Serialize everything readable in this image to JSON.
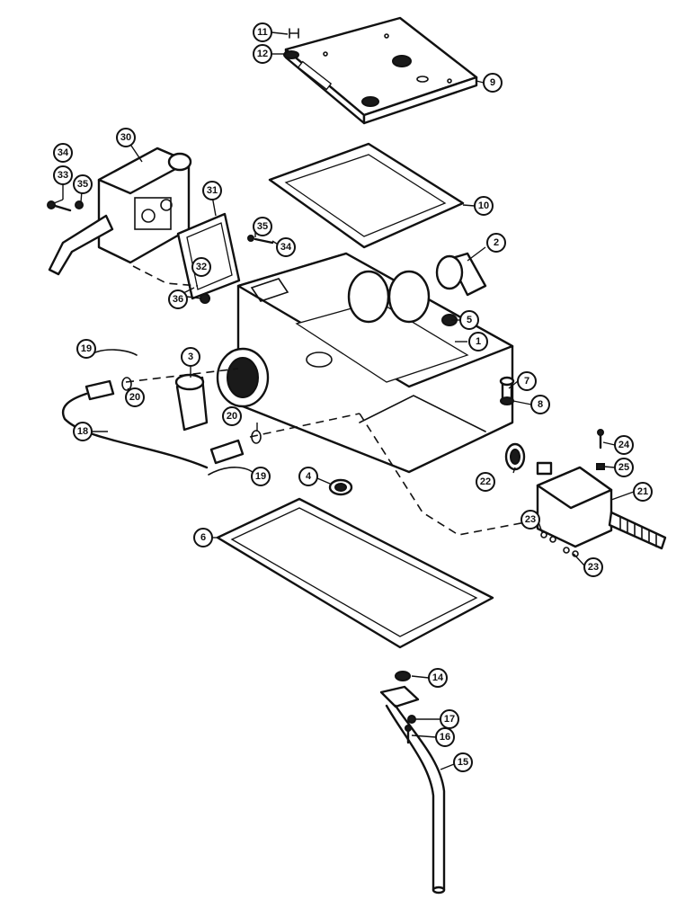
{
  "callouts": [
    {
      "id": "c11",
      "number": "11"
    },
    {
      "id": "c12",
      "number": "12"
    },
    {
      "id": "c9",
      "number": "9"
    },
    {
      "id": "c34a",
      "number": "34"
    },
    {
      "id": "c30",
      "number": "30"
    },
    {
      "id": "c33",
      "number": "33"
    },
    {
      "id": "c35a",
      "number": "35"
    },
    {
      "id": "c31",
      "number": "31"
    },
    {
      "id": "c35b",
      "number": "35"
    },
    {
      "id": "c34b",
      "number": "34"
    },
    {
      "id": "c10",
      "number": "10"
    },
    {
      "id": "c2",
      "number": "2"
    },
    {
      "id": "c32",
      "number": "32"
    },
    {
      "id": "c36",
      "number": "36"
    },
    {
      "id": "c5",
      "number": "5"
    },
    {
      "id": "c1",
      "number": "1"
    },
    {
      "id": "c19a",
      "number": "19"
    },
    {
      "id": "c3",
      "number": "3"
    },
    {
      "id": "c20a",
      "number": "20"
    },
    {
      "id": "c7",
      "number": "7"
    },
    {
      "id": "c8",
      "number": "8"
    },
    {
      "id": "c20b",
      "number": "20"
    },
    {
      "id": "c18",
      "number": "18"
    },
    {
      "id": "c19b",
      "number": "19"
    },
    {
      "id": "c4",
      "number": "4"
    },
    {
      "id": "c22",
      "number": "22"
    },
    {
      "id": "c24",
      "number": "24"
    },
    {
      "id": "c25",
      "number": "25"
    },
    {
      "id": "c21",
      "number": "21"
    },
    {
      "id": "c23a",
      "number": "23"
    },
    {
      "id": "c23b",
      "number": "23"
    },
    {
      "id": "c6",
      "number": "6"
    },
    {
      "id": "c14",
      "number": "14"
    },
    {
      "id": "c17",
      "number": "17"
    },
    {
      "id": "c16",
      "number": "16"
    },
    {
      "id": "c15",
      "number": "15"
    }
  ]
}
